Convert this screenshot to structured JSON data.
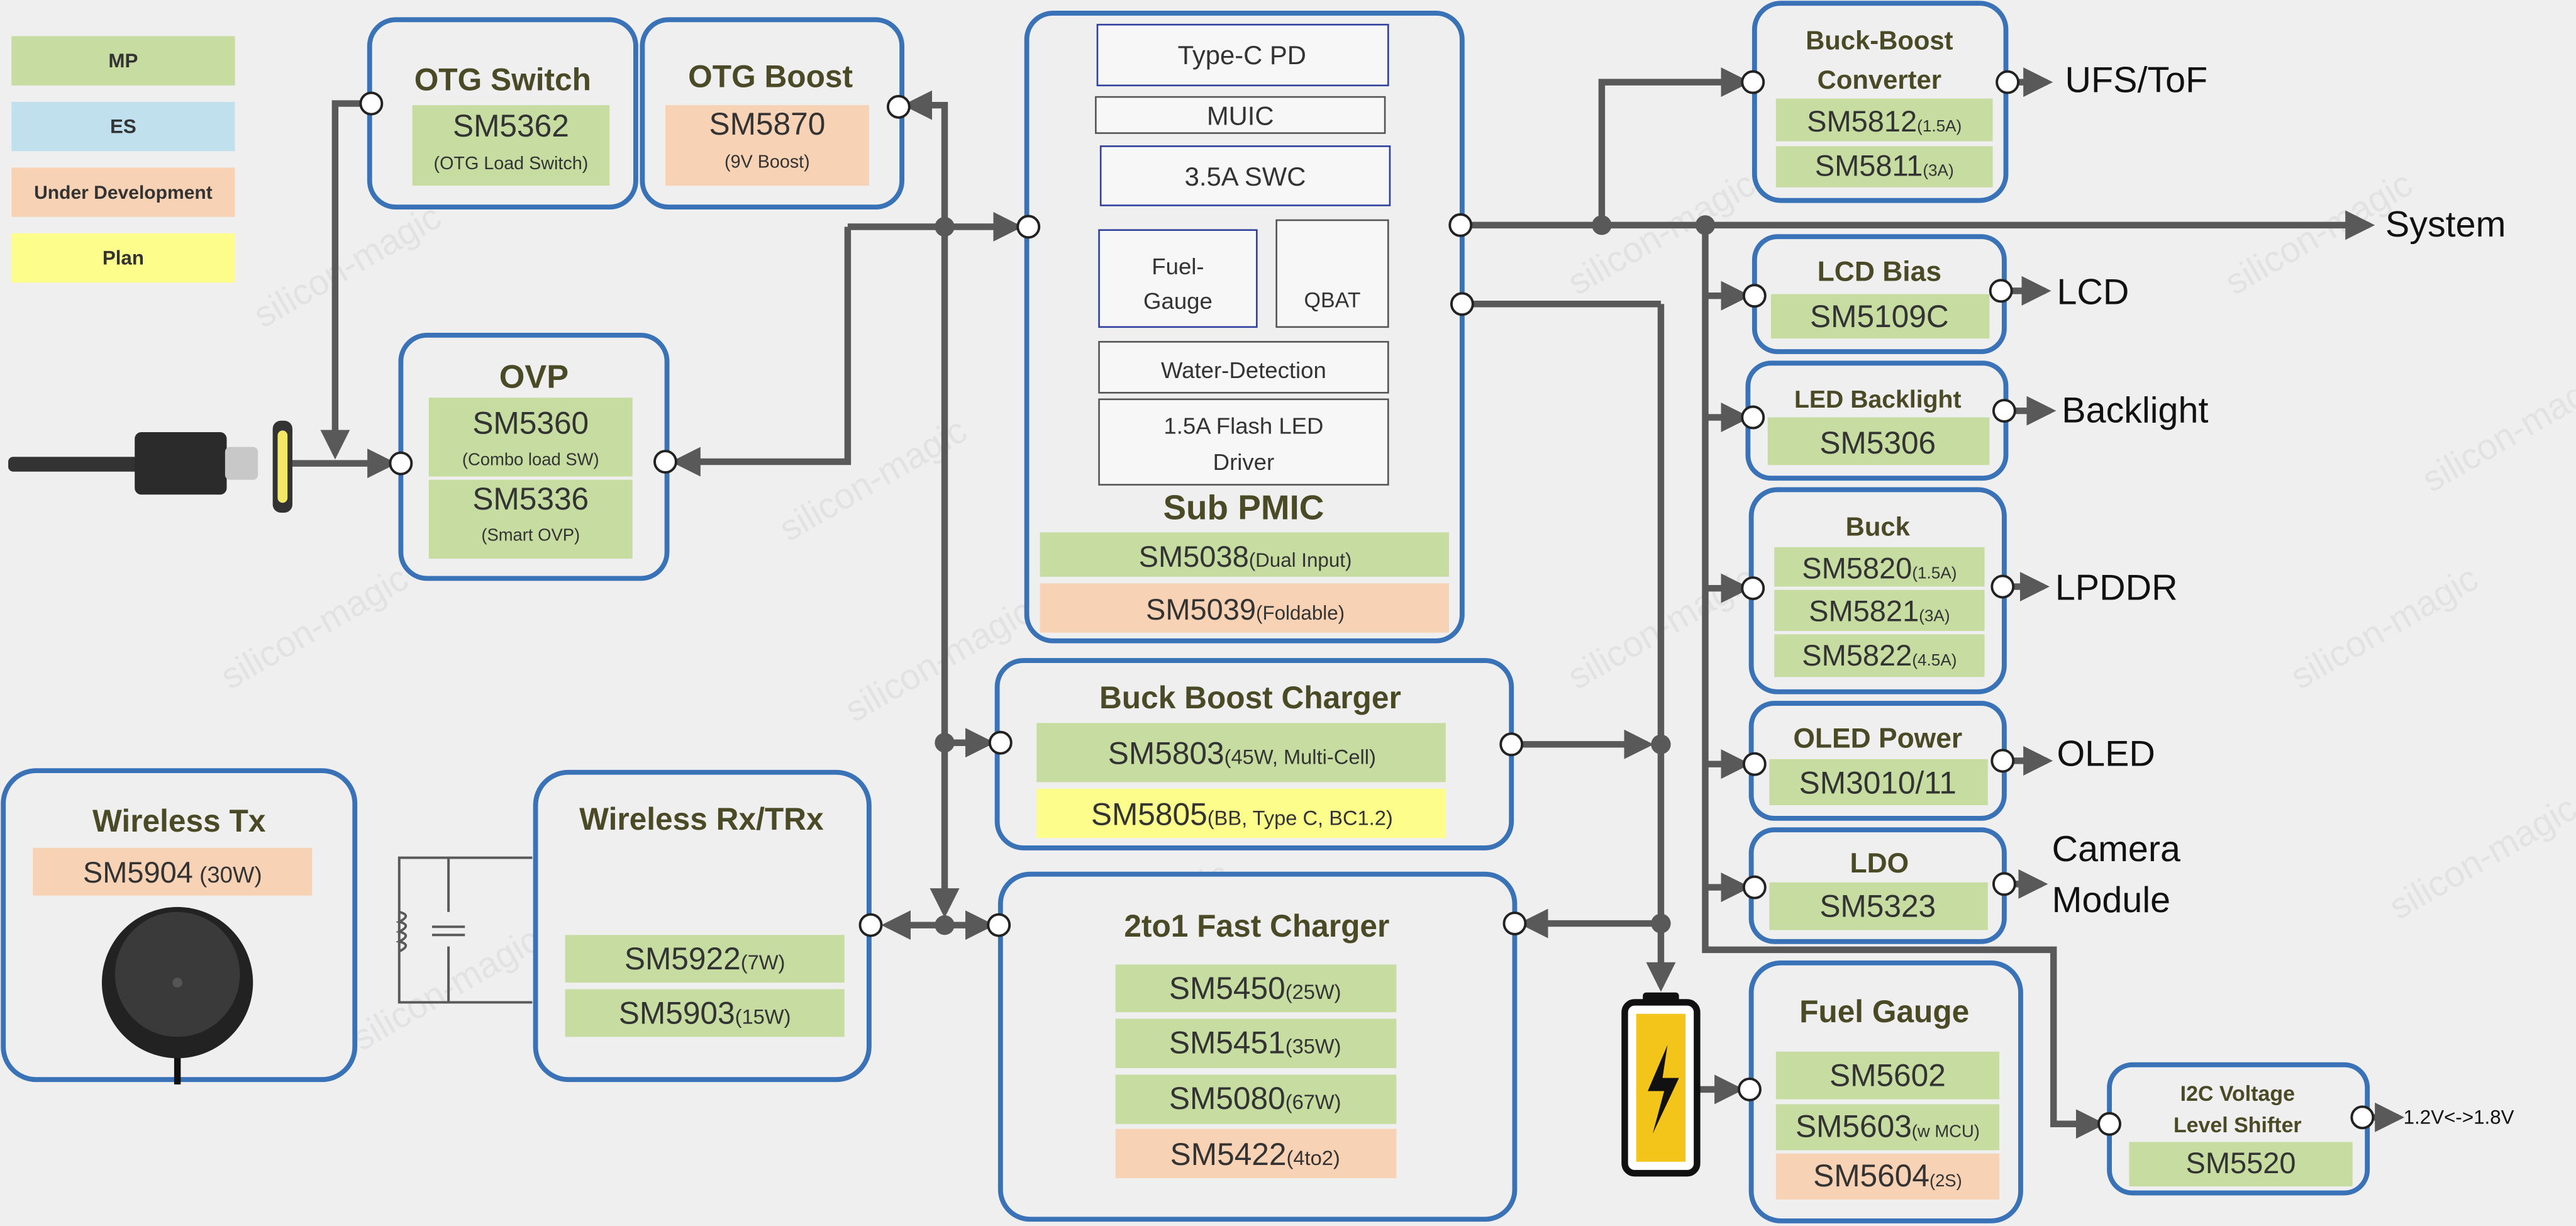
{
  "colors": {
    "mp": "#c6dca0",
    "es": "#bfe0ec",
    "under_development": "#f8d2b4",
    "plan": "#fdfd8c",
    "block_border": "#3a72b8",
    "wire": "#595959"
  },
  "legend": {
    "mp": "MP",
    "es": "ES",
    "under_development": "Under Development",
    "plan": "Plan"
  },
  "watermark": "silicon-magic",
  "otg_switch": {
    "title": "OTG Switch",
    "part": "SM5362",
    "desc": "(OTG Load Switch)"
  },
  "otg_boost": {
    "title": "OTG Boost",
    "part": "SM5870",
    "desc": "(9V Boost)"
  },
  "ovp": {
    "title": "OVP",
    "part1": "SM5360",
    "desc1": "(Combo load SW)",
    "part2": "SM5336",
    "desc2": "(Smart OVP)"
  },
  "sub_pmic": {
    "title": "Sub PMIC",
    "typec_pd": "Type-C PD",
    "muic": "MUIC",
    "swc": "3.5A SWC",
    "fuel_gauge_line1": "Fuel-",
    "fuel_gauge_line2": "Gauge",
    "qbat": "QBAT",
    "water_detection": "Water-Detection",
    "flash_line1": "1.5A Flash LED",
    "flash_line2": "Driver",
    "part1": "SM5038",
    "note1": "(Dual Input)",
    "part2": "SM5039",
    "note2": "(Foldable)"
  },
  "buck_boost_charger": {
    "title": "Buck Boost Charger",
    "part1": "SM5803",
    "note1": "(45W, Multi-Cell)",
    "part2": "SM5805",
    "note2": "(BB, Type C, BC1.2)"
  },
  "fast_charger": {
    "title": "2to1 Fast Charger",
    "parts": [
      {
        "part": "SM5450",
        "note": "(25W)"
      },
      {
        "part": "SM5451",
        "note": "(35W)"
      },
      {
        "part": "SM5080",
        "note": "(67W)"
      },
      {
        "part": "SM5422",
        "note": "(4to2)"
      }
    ]
  },
  "wireless_tx": {
    "title": "Wireless Tx",
    "part": "SM5904",
    "note": " (30W)"
  },
  "wireless_rx": {
    "title": "Wireless Rx/TRx",
    "part1": "SM5922",
    "note1": "(7W)",
    "part2": "SM5903",
    "note2": "(15W)"
  },
  "buck_boost_converter": {
    "title_line1": "Buck-Boost",
    "title_line2": "Converter",
    "part1": "SM5812",
    "note1": "(1.5A)",
    "part2": "SM5811",
    "note2": "(3A)",
    "output": "UFS/ToF"
  },
  "system_label": "System",
  "lcd_bias": {
    "title": "LCD Bias",
    "part": "SM5109C",
    "output": "LCD"
  },
  "led_backlight": {
    "title": "LED Backlight",
    "part": "SM5306",
    "output": "Backlight"
  },
  "buck": {
    "title": "Buck",
    "parts": [
      {
        "part": "SM5820",
        "note": "(1.5A)"
      },
      {
        "part": "SM5821",
        "note": "(3A)"
      },
      {
        "part": "SM5822",
        "note": "(4.5A)"
      }
    ],
    "output": "LPDDR"
  },
  "oled_power": {
    "title": "OLED Power",
    "part": "SM3010/11",
    "output": "OLED"
  },
  "ldo": {
    "title": "LDO",
    "part": "SM5323",
    "output_line1": "Camera",
    "output_line2": "Module"
  },
  "fuel_gauge": {
    "title": "Fuel Gauge",
    "part1": "SM5602",
    "part2": "SM5603",
    "note2": "(w MCU)",
    "part3": "SM5604",
    "note3": "(2S)"
  },
  "level_shifter": {
    "title_line1": "I2C Voltage",
    "title_line2": "Level Shifter",
    "part": "SM5520",
    "output": "1.2V<->1.8V"
  }
}
